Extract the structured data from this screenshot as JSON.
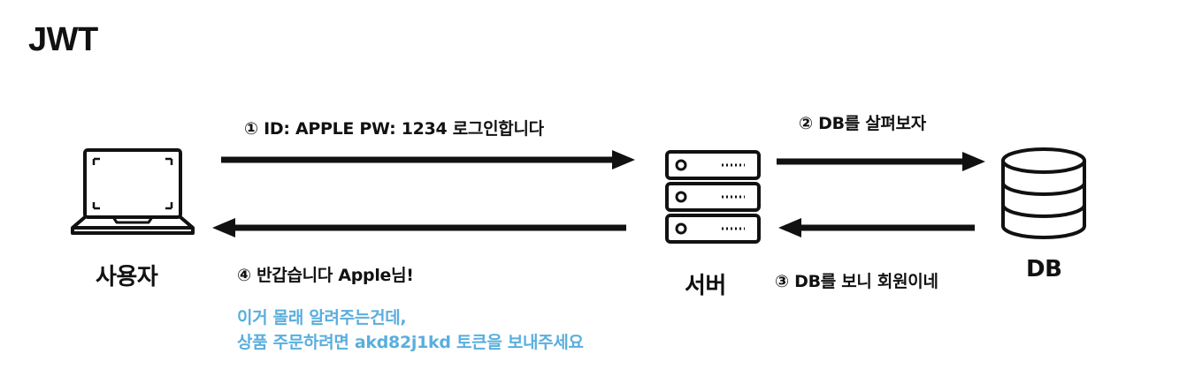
{
  "title": "JWT",
  "nodes": {
    "user": "사용자",
    "server": "서버",
    "db": "DB"
  },
  "steps": [
    "① ID: APPLE PW: 1234 로그인합니다",
    "② DB를 살펴보자",
    "③ DB를 보니 회원이네",
    "④ 반갑습니다 Apple님!"
  ],
  "note": {
    "line1": "이거 몰래 알려주는건데,",
    "line2": "상품 주문하려면 akd82j1kd 토큰을 보내주세요"
  },
  "colors": {
    "text": "#111111",
    "note": "#5aaede",
    "arrow": "#111111"
  },
  "icons": {
    "user": "laptop-icon",
    "server": "server-rack-icon",
    "db": "database-icon"
  }
}
